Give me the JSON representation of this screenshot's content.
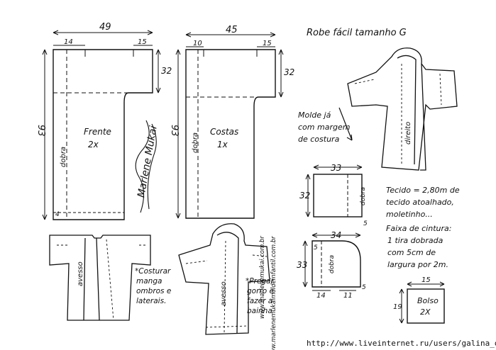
{
  "title": "Robe fácil tamanho G",
  "front": {
    "width": "49",
    "top_left": "14",
    "top_right": "15",
    "sleeve": "32",
    "length": "93",
    "fold": "dobra",
    "name": "Frente",
    "qty": "2x",
    "hem": "4"
  },
  "back": {
    "width": "45",
    "top_left": "10",
    "top_right": "15",
    "sleeve": "32",
    "length": "93",
    "fold": "dobra",
    "name": "Costas",
    "qty": "1x"
  },
  "seam_note": [
    "Molde já",
    "com margem",
    "de costura"
  ],
  "signature": "Marlene Mukai",
  "vertical_url_1": "www.marlenemukai.com.br",
  "vertical_url_2": "www.marlenemukaimoldeinfantil.com.br",
  "robe_label": "direito",
  "band": {
    "width": "33",
    "height": "32",
    "fold": "dobra",
    "mark": "5"
  },
  "pocket_piece": {
    "width": "34",
    "height": "33",
    "bottom_a": "14",
    "bottom_b": "11",
    "left": "5",
    "fold": "dobra",
    "mark": "5"
  },
  "fabric_note": [
    "Tecido = 2,80m de",
    "tecido atoalhado,",
    "moletinho..."
  ],
  "belt_note": [
    "Faixa de cintura:",
    "1 tira dobrada",
    "com 5cm de",
    "largura por 2m."
  ],
  "pocket": {
    "name": "Bolso",
    "qty": "2X",
    "width": "15",
    "height": "19"
  },
  "step1": {
    "label": "avesso",
    "note": [
      "*Costurar",
      "manga",
      "ombros e",
      "laterais."
    ]
  },
  "step2": {
    "label": "avesso",
    "note": [
      "*Pregar",
      "gorro e",
      "fazer a",
      "bainha"
    ]
  },
  "footer_url": "http://www.liveinternet.ru/users/galina_o/"
}
